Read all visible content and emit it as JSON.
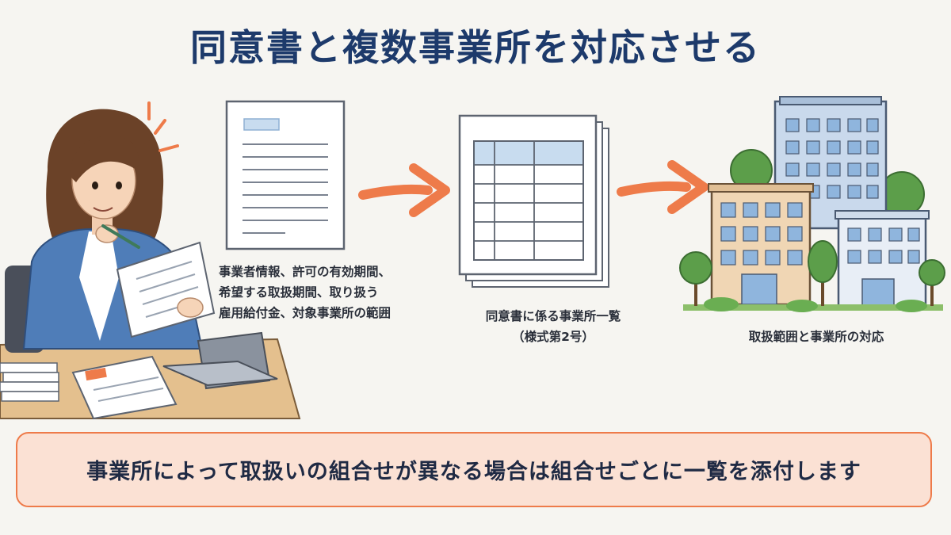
{
  "title": "同意書と複数事業所を対応させる",
  "steps": [
    {
      "icon": "consent-document-icon",
      "caption_lines": [
        "事業者情報、許可の有効期間、",
        "希望する取扱期間、取り扱う",
        "雇用給付金、対象事業所の範囲"
      ]
    },
    {
      "icon": "office-list-table-icon",
      "caption_lines": [
        "同意書に係る事業所一覧",
        "（様式第2号）"
      ]
    },
    {
      "icon": "office-buildings-icon",
      "caption_lines": [
        "取扱範囲と事業所の対応"
      ]
    }
  ],
  "note": "事業所によって取扱いの組合せが異なる場合は組合せごとに一覧を添付します",
  "colors": {
    "title": "#1d3a6b",
    "arrow": "#ee7b4a",
    "note_bg": "#fbe1d4",
    "note_border": "#ee7b4a"
  }
}
